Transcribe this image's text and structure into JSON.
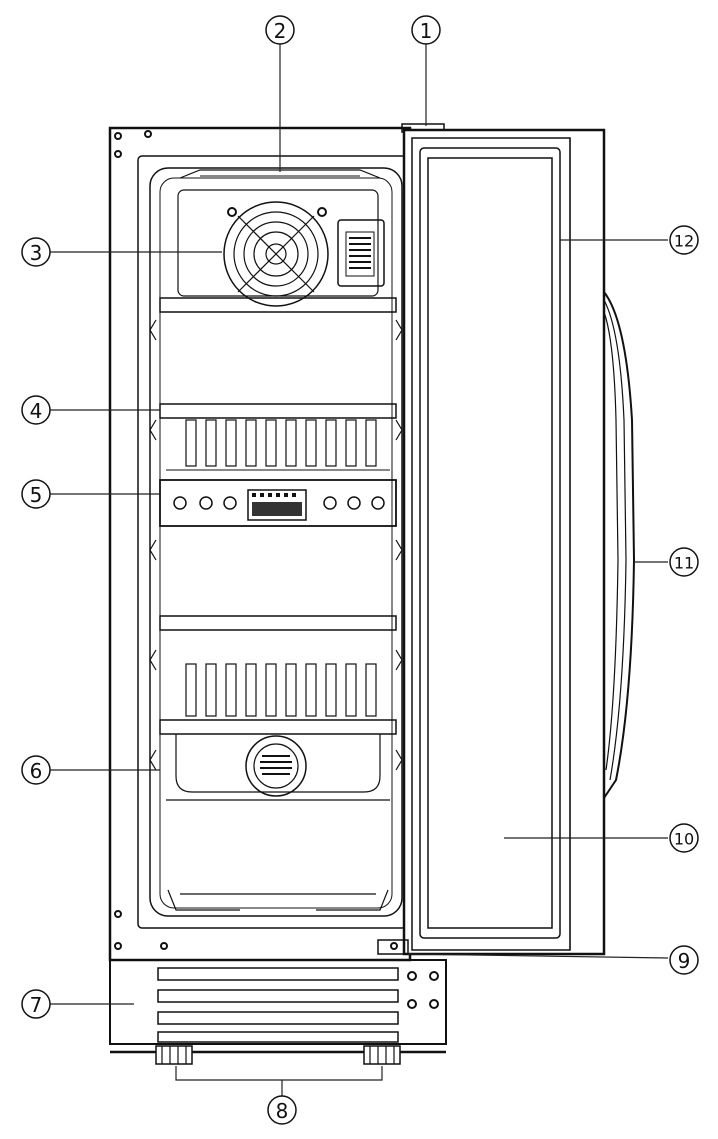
{
  "colors": {
    "ink": "#111111",
    "leader": "#222222",
    "background": "#ffffff",
    "grille": "#333333"
  },
  "callouts": [
    {
      "number": "1"
    },
    {
      "number": "2"
    },
    {
      "number": "3"
    },
    {
      "number": "4"
    },
    {
      "number": "5"
    },
    {
      "number": "6"
    },
    {
      "number": "7"
    },
    {
      "number": "8"
    },
    {
      "number": "9"
    },
    {
      "number": "10"
    },
    {
      "number": "11"
    },
    {
      "number": "12"
    }
  ]
}
